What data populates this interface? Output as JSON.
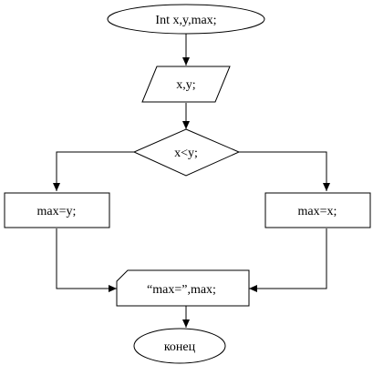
{
  "nodes": {
    "start": "Int x,y,max;",
    "input": "x,y;",
    "condition": "x<y;",
    "assign_left": "max=y;",
    "assign_right": "max=x;",
    "output": "“max=”,max;",
    "end": "конец"
  },
  "colors": {
    "stroke": "#000000",
    "fill": "#ffffff"
  }
}
